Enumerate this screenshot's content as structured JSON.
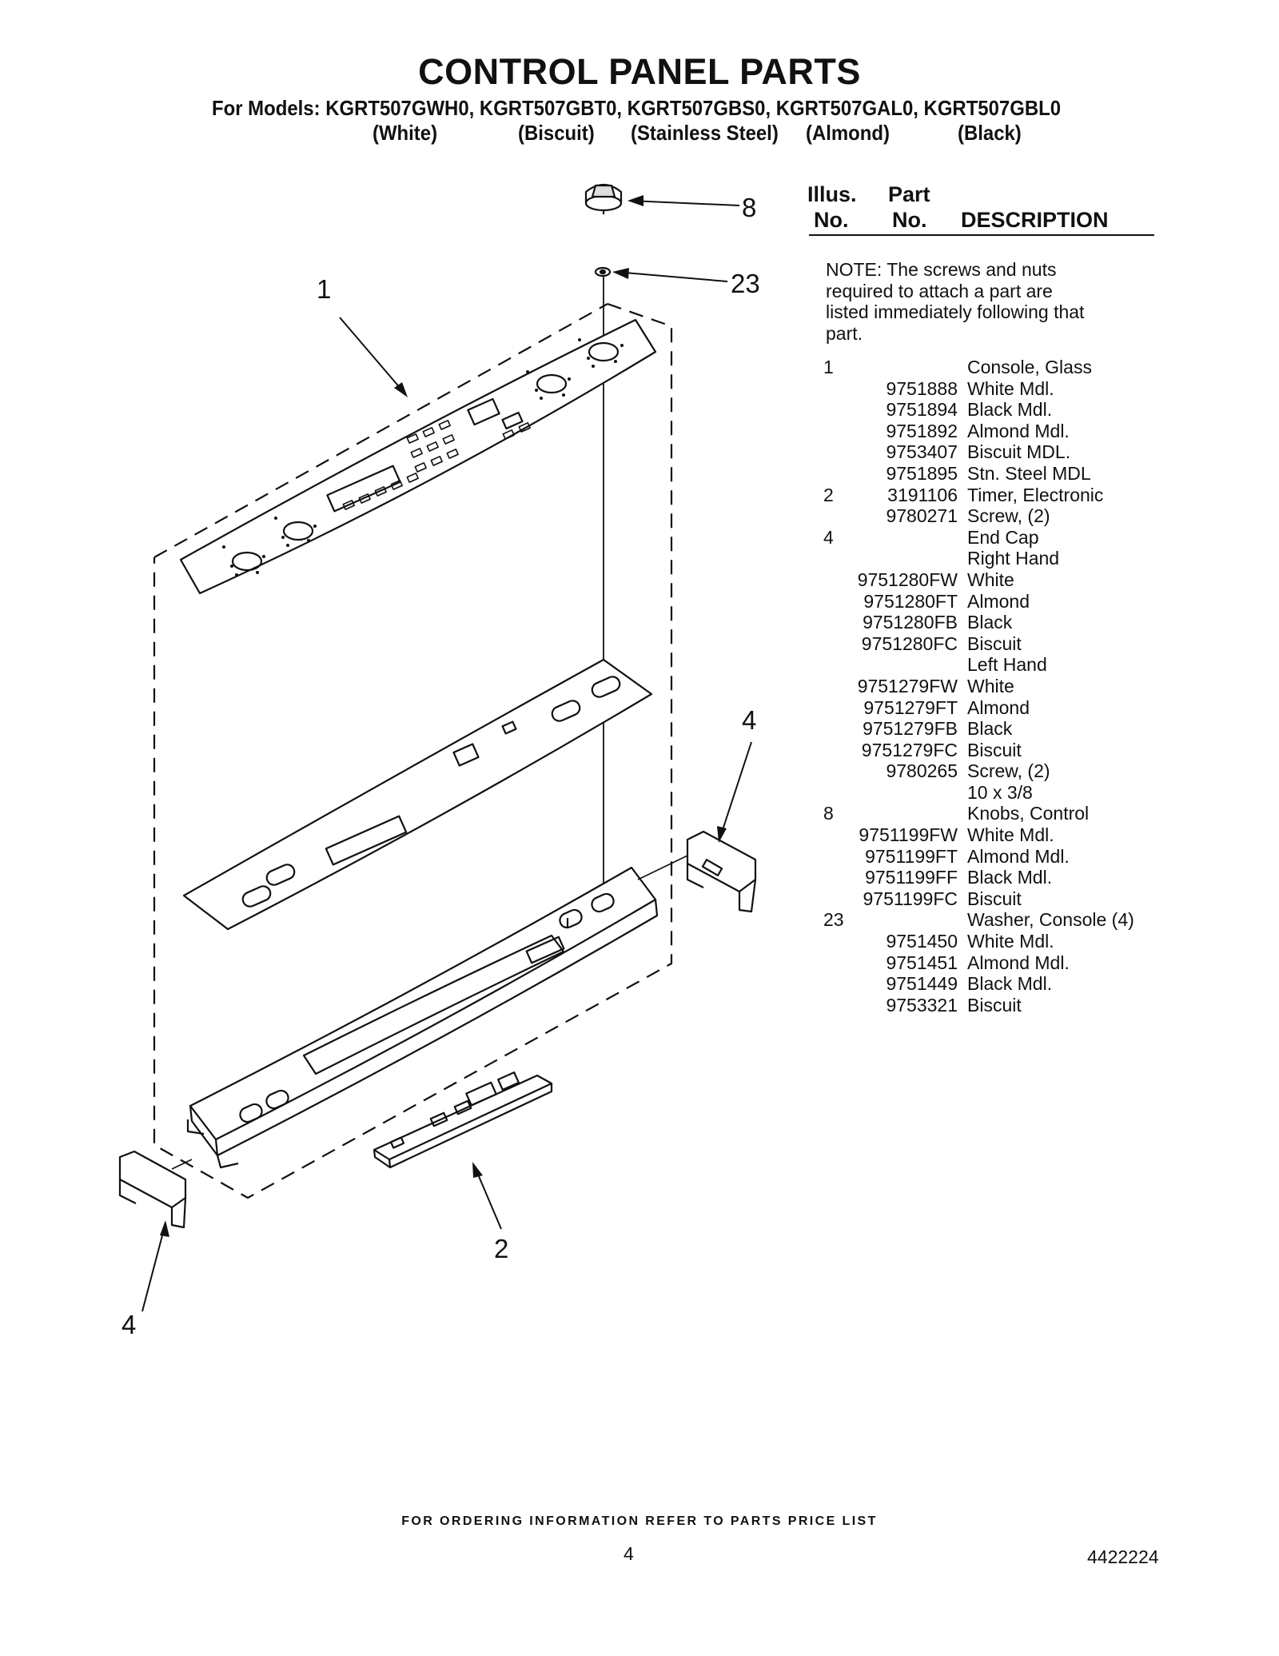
{
  "title": "CONTROL PANEL PARTS",
  "models_line": "For Models: KGRT507GWH0, KGRT507GBT0, KGRT507GBS0, KGRT507GAL0, KGRT507GBL0",
  "model_colors": [
    "(White)",
    "(Biscuit)",
    "(Stainless Steel)",
    "(Almond)",
    "(Black)"
  ],
  "callouts": [
    "8",
    "23",
    "1",
    "4",
    "4",
    "2"
  ],
  "table_header": {
    "illus_line1": "Illus.",
    "illus_line2": "No.",
    "part_line1": "Part",
    "part_line2": "No.",
    "description": "DESCRIPTION"
  },
  "note": "NOTE: The screws and nuts required to attach a part are listed immediately following that part.",
  "parts": [
    {
      "illus": "1",
      "part": "",
      "desc": "Console, Glass"
    },
    {
      "illus": "",
      "part": "9751888",
      "desc": "White Mdl."
    },
    {
      "illus": "",
      "part": "9751894",
      "desc": "Black Mdl."
    },
    {
      "illus": "",
      "part": "9751892",
      "desc": "Almond Mdl."
    },
    {
      "illus": "",
      "part": "9753407",
      "desc": "Biscuit MDL."
    },
    {
      "illus": "",
      "part": "9751895",
      "desc": "Stn. Steel MDL"
    },
    {
      "illus": "2",
      "part": "3191106",
      "desc": "Timer, Electronic"
    },
    {
      "illus": "",
      "part": "9780271",
      "desc": "Screw, (2)"
    },
    {
      "illus": "4",
      "part": "",
      "desc": "End Cap"
    },
    {
      "illus": "",
      "part": "",
      "desc": "Right Hand"
    },
    {
      "illus": "",
      "part": "9751280FW",
      "desc": "White"
    },
    {
      "illus": "",
      "part": "9751280FT",
      "desc": "Almond"
    },
    {
      "illus": "",
      "part": "9751280FB",
      "desc": "Black"
    },
    {
      "illus": "",
      "part": "9751280FC",
      "desc": "Biscuit"
    },
    {
      "illus": "",
      "part": "",
      "desc": "Left Hand"
    },
    {
      "illus": "",
      "part": "9751279FW",
      "desc": "White"
    },
    {
      "illus": "",
      "part": "9751279FT",
      "desc": "Almond"
    },
    {
      "illus": "",
      "part": "9751279FB",
      "desc": "Black"
    },
    {
      "illus": "",
      "part": "9751279FC",
      "desc": "Biscuit"
    },
    {
      "illus": "",
      "part": "9780265",
      "desc": "Screw, (2)"
    },
    {
      "illus": "",
      "part": "",
      "desc": "10 x 3/8"
    },
    {
      "illus": "8",
      "part": "",
      "desc": "Knobs, Control"
    },
    {
      "illus": "",
      "part": "9751199FW",
      "desc": "White Mdl."
    },
    {
      "illus": "",
      "part": "9751199FT",
      "desc": "Almond Mdl."
    },
    {
      "illus": "",
      "part": "9751199FF",
      "desc": "Black Mdl."
    },
    {
      "illus": "",
      "part": "9751199FC",
      "desc": "Biscuit"
    },
    {
      "illus": "23",
      "part": "",
      "desc": "Washer, Console (4)"
    },
    {
      "illus": "",
      "part": "9751450",
      "desc": "White Mdl."
    },
    {
      "illus": "",
      "part": "9751451",
      "desc": "Almond Mdl."
    },
    {
      "illus": "",
      "part": "9751449",
      "desc": "Black Mdl."
    },
    {
      "illus": "",
      "part": "9753321",
      "desc": "Biscuit"
    }
  ],
  "footer": "FOR ORDERING INFORMATION REFER TO PARTS PRICE LIST",
  "page_number": "4",
  "document_number": "4422224"
}
